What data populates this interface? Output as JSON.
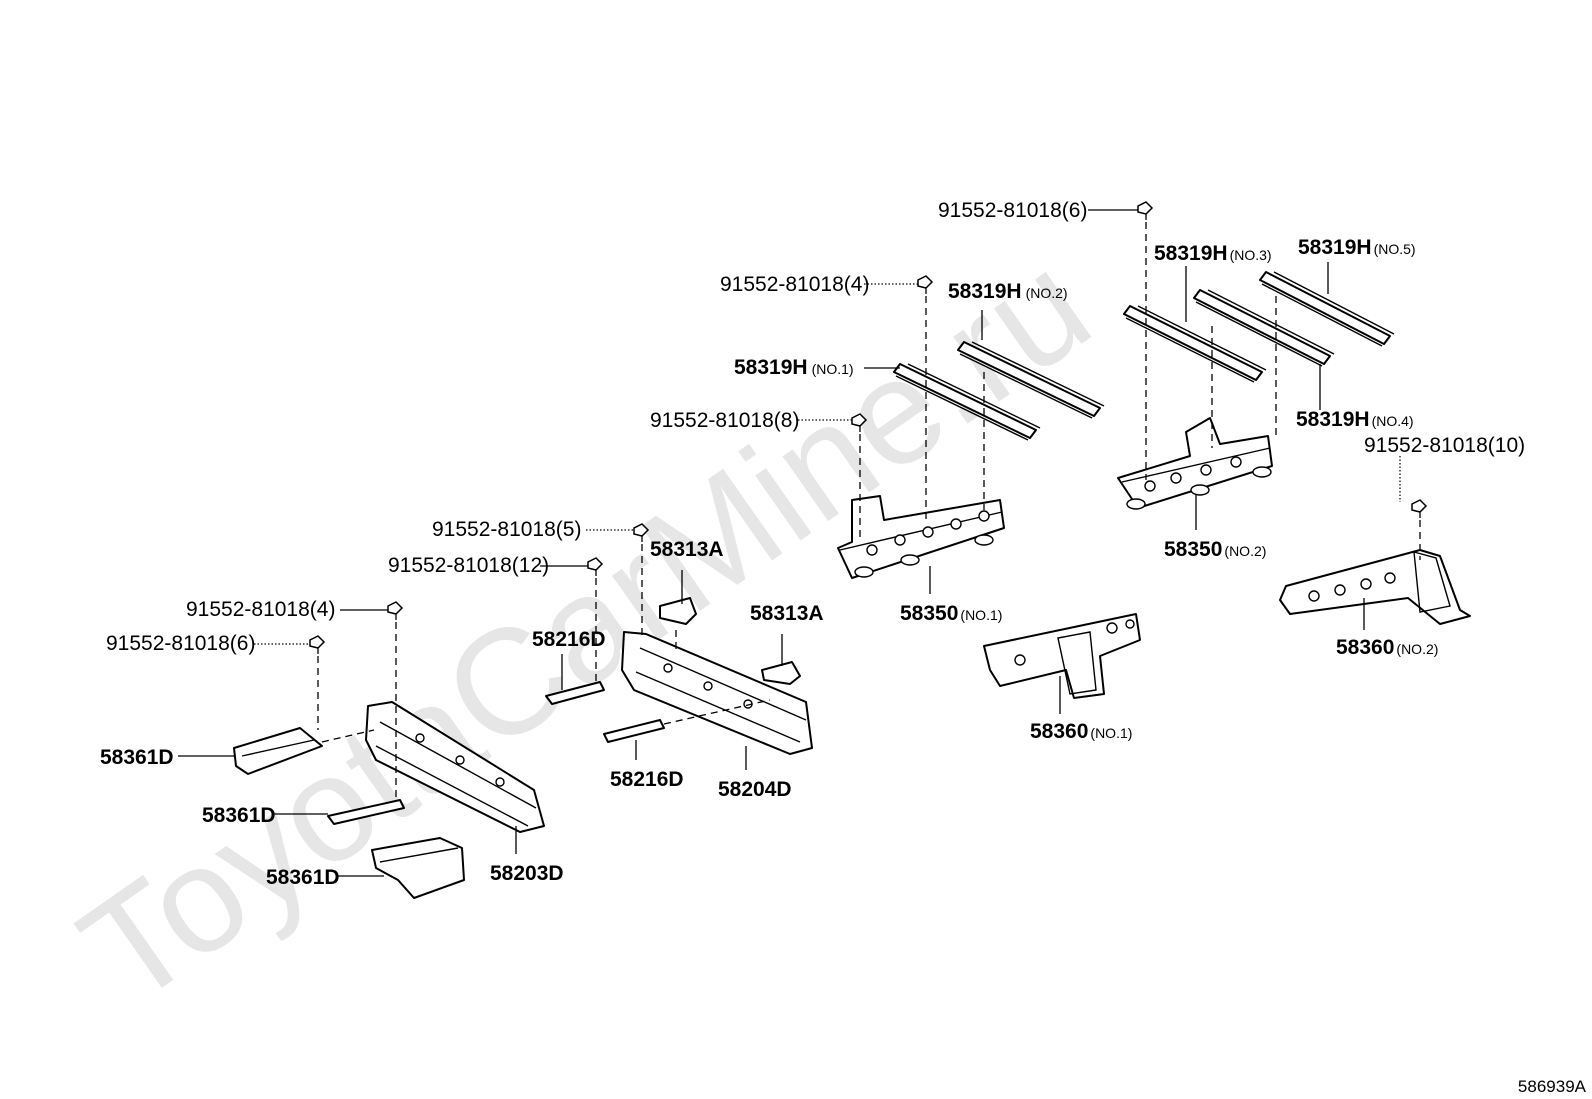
{
  "watermark": "ToyotaCarMine.ru",
  "diagram_code": "586939A",
  "labels": {
    "bolt_6_top": {
      "part": "91552-81018",
      "qty": "(6)"
    },
    "bolt_4_upper": {
      "part": "91552-81018",
      "qty": "(4)"
    },
    "bolt_8": {
      "part": "91552-81018",
      "qty": "(8)"
    },
    "bolt_10": {
      "part": "91552-81018",
      "qty": "(10)"
    },
    "bolt_5": {
      "part": "91552-81018",
      "qty": "(5)"
    },
    "bolt_12": {
      "part": "91552-81018",
      "qty": "(12)"
    },
    "bolt_4_lower": {
      "part": "91552-81018",
      "qty": "(4)"
    },
    "bolt_6_lower": {
      "part": "91552-81018",
      "qty": "(6)"
    },
    "rail_no1": {
      "part": "58319H",
      "sub": "(NO.1)"
    },
    "rail_no2": {
      "part": "58319H",
      "sub": "(NO.2)"
    },
    "rail_no3": {
      "part": "58319H",
      "sub": "(NO.3)"
    },
    "rail_no4": {
      "part": "58319H",
      "sub": "(NO.4)"
    },
    "rail_no5": {
      "part": "58319H",
      "sub": "(NO.5)"
    },
    "member_58350_no1": {
      "part": "58350",
      "sub": "(NO.1)"
    },
    "member_58350_no2": {
      "part": "58350",
      "sub": "(NO.2)"
    },
    "member_58360_no1": {
      "part": "58360",
      "sub": "(NO.1)"
    },
    "member_58360_no2": {
      "part": "58360",
      "sub": "(NO.2)"
    },
    "bracket_58313a_1": {
      "part": "58313A"
    },
    "bracket_58313a_2": {
      "part": "58313A"
    },
    "plate_58216d_1": {
      "part": "58216D"
    },
    "plate_58216d_2": {
      "part": "58216D"
    },
    "member_58204d": {
      "part": "58204D"
    },
    "member_58203d": {
      "part": "58203D"
    },
    "bracket_58361d_1": {
      "part": "58361D"
    },
    "bracket_58361d_2": {
      "part": "58361D"
    },
    "bracket_58361d_3": {
      "part": "58361D"
    }
  }
}
